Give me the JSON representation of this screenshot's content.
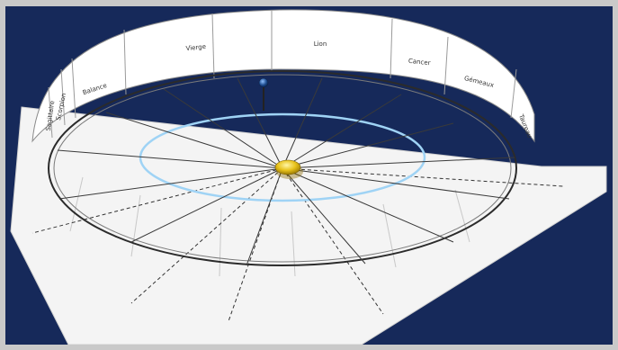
{
  "colors": {
    "background": "#16295a",
    "frame": "#c9c9c9",
    "board": "#f4f4f4",
    "wall": "#ffffff",
    "ecliptic_ring": "#2b2b2b",
    "orbit": "#9fd3f5",
    "sun": "#e8c21a",
    "planet": "#1c4a8c"
  },
  "wall_labels": [
    "Vierge",
    "Lion",
    "Cancer",
    "Gémeaux",
    "Taureau",
    "Balance",
    "Scorpion",
    "Sagittaire"
  ],
  "icons": {
    "sun": "sun-icon",
    "planet": "planet-icon"
  }
}
